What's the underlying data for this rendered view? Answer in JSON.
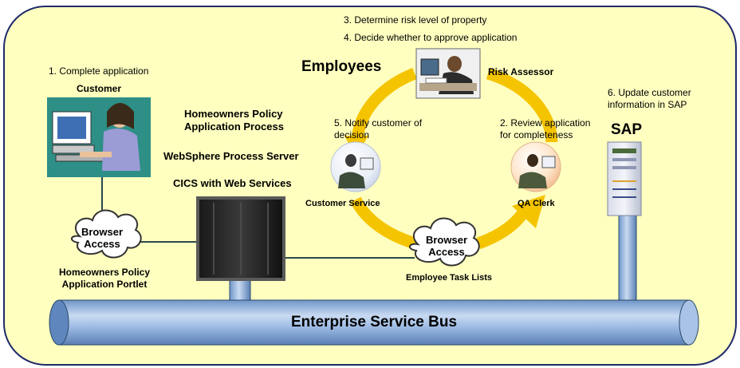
{
  "steps": {
    "step1": "1. Complete application",
    "step3": "3. Determine risk level of property",
    "step4": "4. Decide whether to approve application",
    "step5_line1": "5. Notify customer of",
    "step5_line2": "decision",
    "step2_line1": "2. Review application",
    "step2_line2": "for completeness",
    "step6_line1": "6. Update customer",
    "step6_line2": "information in SAP"
  },
  "roles": {
    "customer": "Customer",
    "risk_assessor": "Risk Assessor",
    "customer_service": "Customer Service",
    "qa_clerk": "QA Clerk",
    "employees": "Employees"
  },
  "systems": {
    "process_line1": "Homeowners Policy",
    "process_line2": "Application Process",
    "process_server": "WebSphere Process Server",
    "cics": "CICS with Web Services",
    "sap": "SAP",
    "portlet_line1": "Homeowners Policy",
    "portlet_line2": "Application Portlet",
    "task_lists": "Employee Task Lists"
  },
  "clouds": {
    "browser_left_line1": "Browser",
    "browser_left_line2": "Access",
    "browser_mid_line1": "Browser",
    "browser_mid_line2": "Access"
  },
  "bus": {
    "label": "Enterprise Service Bus"
  },
  "colors": {
    "background_panel": "#FFFFC0",
    "panel_border": "#1F2A6B",
    "bus_fill": "#8FB3DF",
    "workflow_arrow": "#F5C400"
  }
}
